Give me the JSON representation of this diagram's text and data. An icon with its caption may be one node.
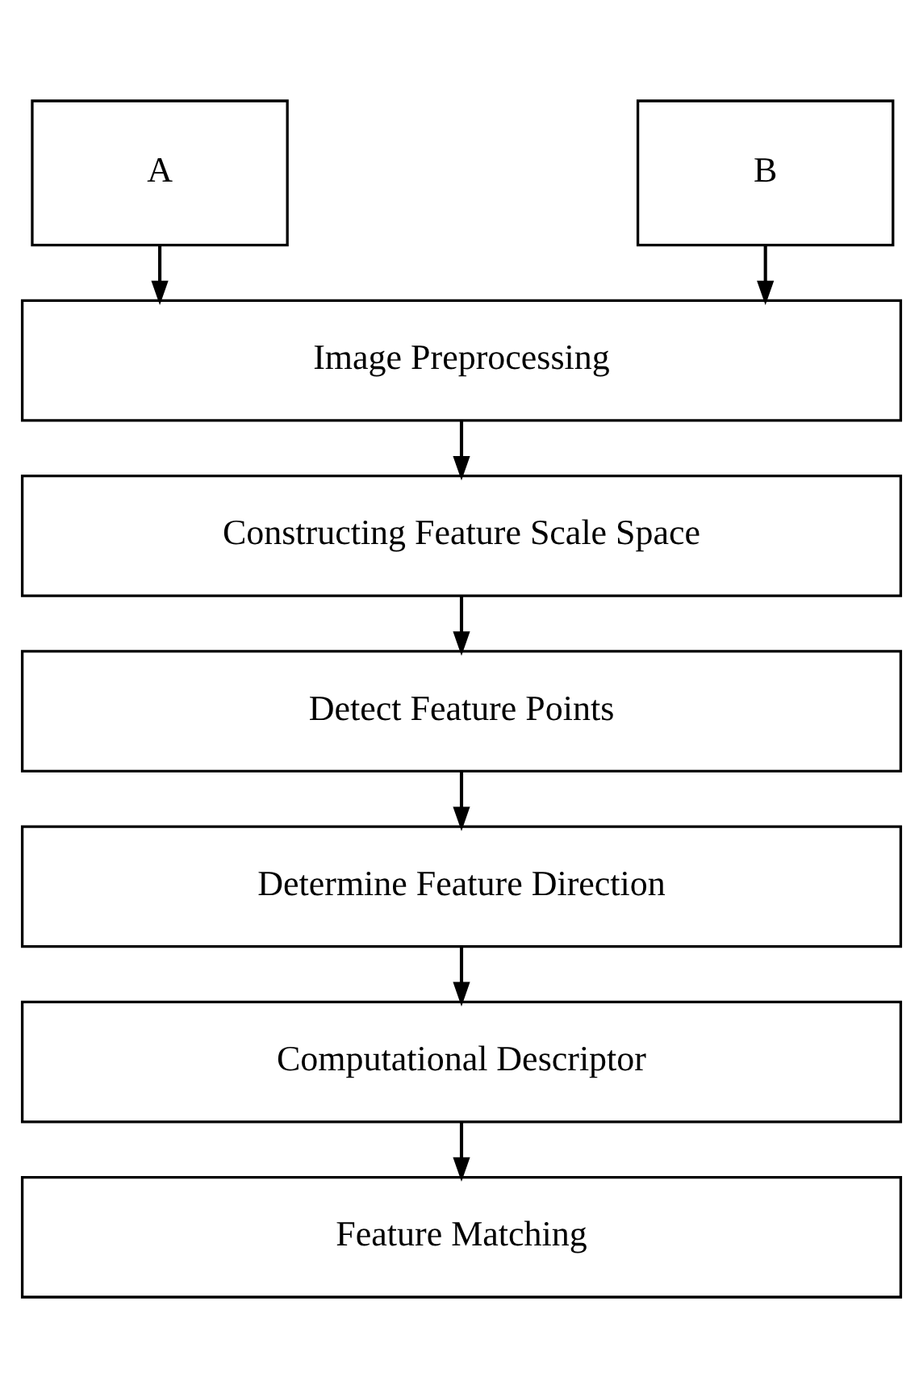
{
  "diagram": {
    "nodes": [
      {
        "text": [
          "A"
        ]
      },
      {
        "text": [
          "B"
        ]
      },
      {
        "text": [
          "Image Preprocessing"
        ]
      },
      {
        "text": [
          "Constructing Feature Scale Space"
        ]
      },
      {
        "text": [
          "Detect Feature Points"
        ]
      },
      {
        "text": [
          "Determine Feature Direction"
        ]
      },
      {
        "text": [
          "Computational Descriptor"
        ]
      },
      {
        "text": [
          "Feature Matching"
        ]
      }
    ],
    "edges": [
      {
        "from": 0,
        "to": 2,
        "arrow": "to"
      },
      {
        "from": 1,
        "to": 2,
        "arrow": "to"
      },
      {
        "from": 2,
        "to": 3,
        "arrow": "to"
      },
      {
        "from": 3,
        "to": 4,
        "arrow": "to"
      },
      {
        "from": 4,
        "to": 5,
        "arrow": "to"
      },
      {
        "from": 5,
        "to": 6,
        "arrow": "to"
      },
      {
        "from": 6,
        "to": 7,
        "arrow": "to"
      }
    ]
  }
}
